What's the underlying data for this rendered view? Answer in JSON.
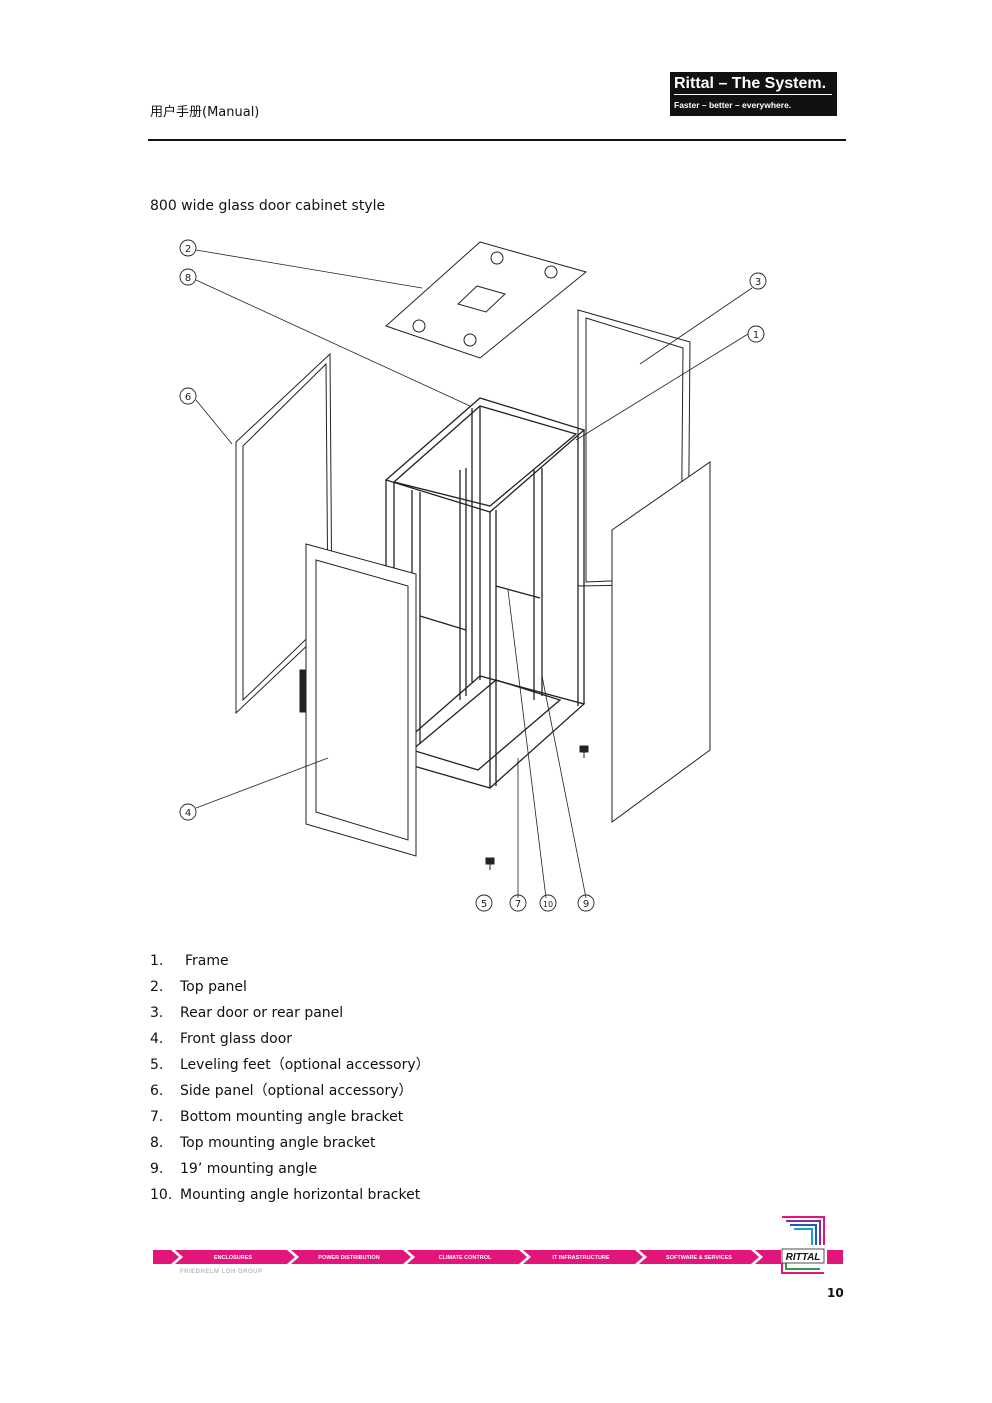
{
  "header": {
    "title": "用户手册(Manual)",
    "logo": {
      "main": "Rittal – The System.",
      "tagline": "Faster – better – everywhere."
    }
  },
  "section_title": "800 wide glass door cabinet style",
  "diagram": {
    "callouts": [
      "1",
      "2",
      "3",
      "4",
      "5",
      "6",
      "7",
      "8",
      "9",
      "10"
    ]
  },
  "parts": [
    {
      "num": "1.",
      "label": "Frame"
    },
    {
      "num": "2.",
      "label": "Top panel"
    },
    {
      "num": "3.",
      "label": "Rear door or rear panel"
    },
    {
      "num": "4.",
      "label": "Front glass door"
    },
    {
      "num": "5.",
      "label": "Leveling feet（optional accessory）"
    },
    {
      "num": "6.",
      "label": "Side panel（optional accessory）"
    },
    {
      "num": "7.",
      "label": "Bottom mounting angle bracket"
    },
    {
      "num": "8.",
      "label": "Top mounting angle bracket"
    },
    {
      "num": "9.",
      "label": "19’ mounting angle"
    },
    {
      "num": "10.",
      "label": "Mounting angle horizontal bracket"
    }
  ],
  "footer": {
    "nav": [
      "ENCLOSURES",
      "POWER DISTRIBUTION",
      "CLIMATE CONTROL",
      "IT INFRASTRUCTURE",
      "SOFTWARE & SERVICES"
    ],
    "brand": "RITTAL",
    "group": "FRIEDHELM LOH GROUP",
    "page_number": "10",
    "band_color": "#e2157a"
  }
}
